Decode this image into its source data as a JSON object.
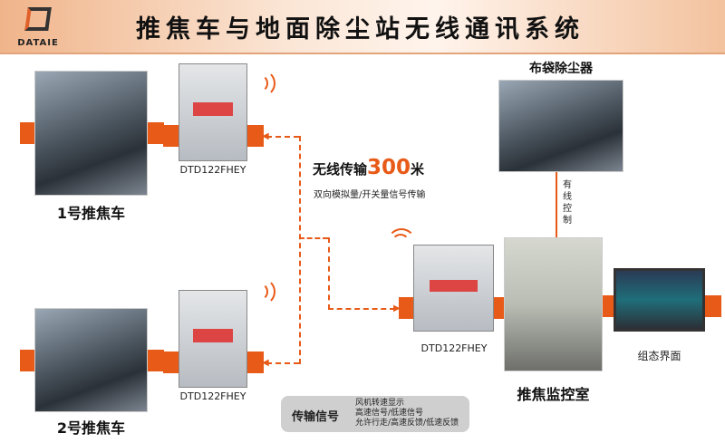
{
  "header": {
    "title": "推焦车与地面除尘站无线通讯系统",
    "logo_text": "DATAIE"
  },
  "left": {
    "car1_label": "1号推焦车",
    "car2_label": "2号推焦车",
    "device1_label": "DTD122FHEY",
    "device2_label": "DTD122FHEY"
  },
  "center": {
    "wireless_prefix": "无线传输",
    "distance": "300",
    "unit": "米",
    "subtitle": "双向模拟量/开关量信号传输",
    "device_label": "DTD122FHEY"
  },
  "right": {
    "dust_collector_label": "布袋除尘器",
    "wired_label": "有线控制",
    "control_room_label": "推焦监控室",
    "hmi_label": "组态界面"
  },
  "signals": {
    "title": "传输信号",
    "lines": [
      "风机转速显示",
      "高速信号/低速信号",
      "允许行走/高速反馈/低速反馈"
    ]
  },
  "colors": {
    "accent": "#e85a17"
  }
}
